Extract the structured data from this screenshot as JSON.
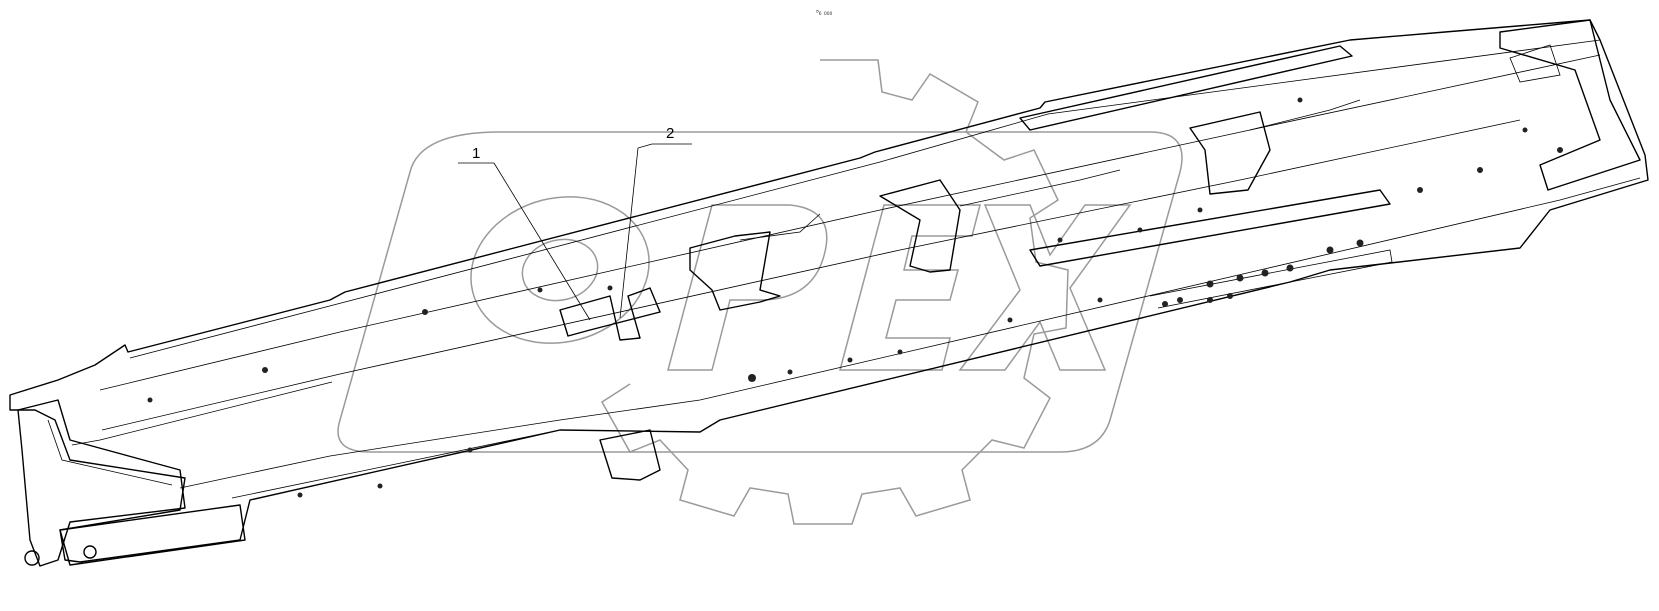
{
  "header_code": "⁸₆ ₀₀₀",
  "callouts": [
    {
      "number": "1"
    },
    {
      "number": "2"
    }
  ],
  "watermark_logo_text": "OPEX",
  "colors": {
    "line": "#000000",
    "watermark": "#9a9a9a",
    "background": "#ffffff"
  }
}
